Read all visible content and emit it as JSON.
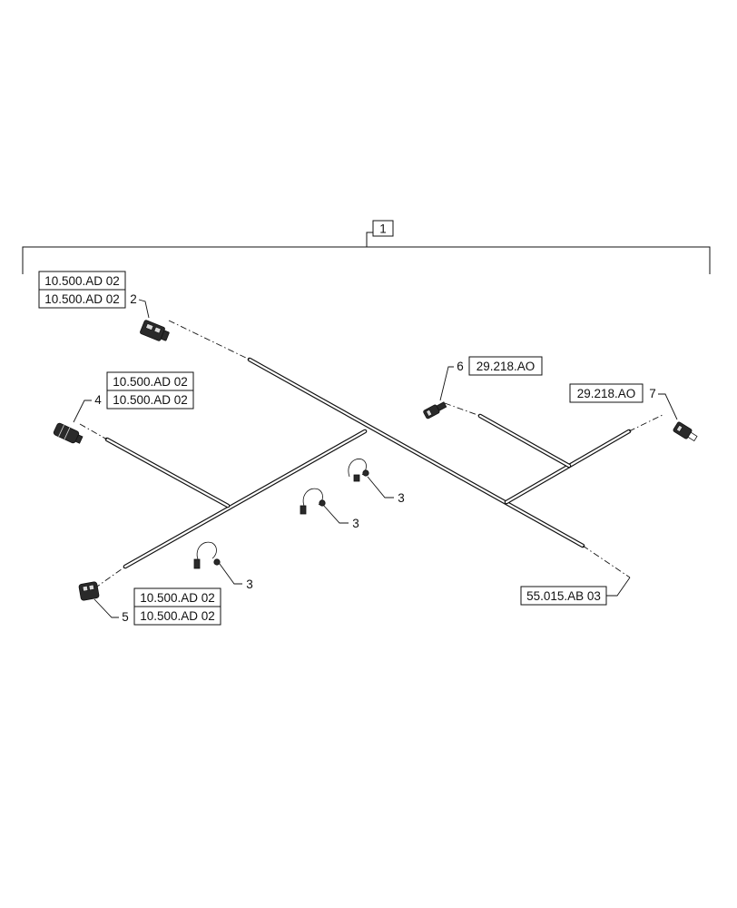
{
  "assembly": {
    "item": "1"
  },
  "references": {
    "connector_2_top": "10.500.AD 02",
    "connector_2_bottom": "10.500.AD 02",
    "connector_4_top": "10.500.AD 02",
    "connector_4_bottom": "10.500.AD 02",
    "connector_5_top": "10.500.AD 02",
    "connector_5_bottom": "10.500.AD 02",
    "connector_6": "29.218.AO",
    "connector_7": "29.218.AO",
    "harness_end": "55.015.AB 03"
  },
  "callouts": {
    "connector_2": "2",
    "connector_4": "4",
    "connector_5": "5",
    "connector_6": "6",
    "connector_7": "7",
    "clip_a": "3",
    "clip_b": "3",
    "clip_c": "3"
  }
}
